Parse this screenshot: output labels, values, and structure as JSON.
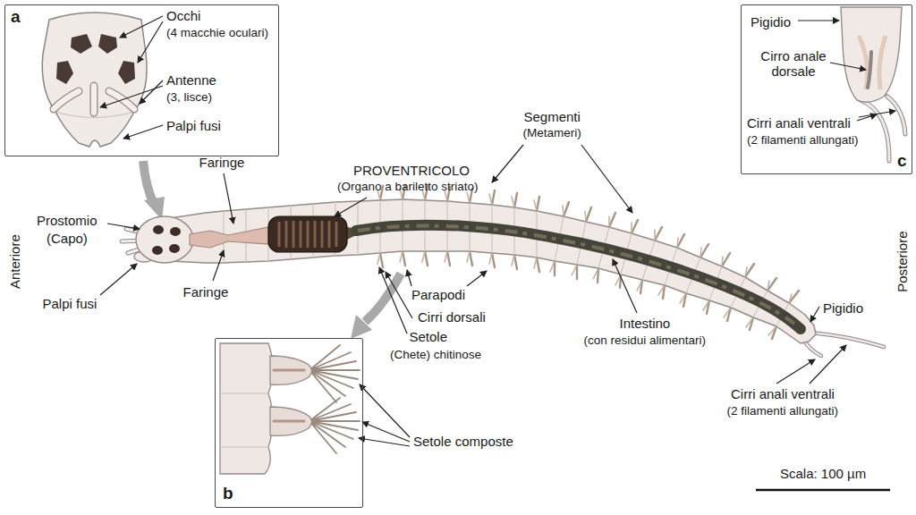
{
  "diagram": {
    "nodes": [
      {
        "text": [
          "a",
          "Occhi",
          "(4 macchie oculari)",
          "Antenne",
          "(3, lisce)",
          "Palpi fusi"
        ]
      },
      {
        "text": [
          "b"
        ]
      },
      {
        "text": [
          "Pigidio",
          "Cirro anale dorsale",
          "Cirri anali ventrali",
          "(2 filamenti allungati)",
          "c"
        ]
      }
    ],
    "labels": [
      "PROVENTRICOLO",
      "(Organo a bariletto striato)",
      "Segmenti",
      "(Metameri)",
      "Faringe",
      "Prostomio",
      "(Capo)",
      "Faringe",
      "Palpi fusi",
      "Anteriore",
      "Posteriore",
      "Parapodi",
      "Cirri dorsali",
      "Setole",
      "(Chete) chitinose",
      "Intestino",
      "(con residui alimentari)",
      "Pigidio",
      "Cirri anali ventrali",
      "(2 filamenti allungati)",
      "Setole composte",
      "Scala: 100 µm"
    ]
  }
}
